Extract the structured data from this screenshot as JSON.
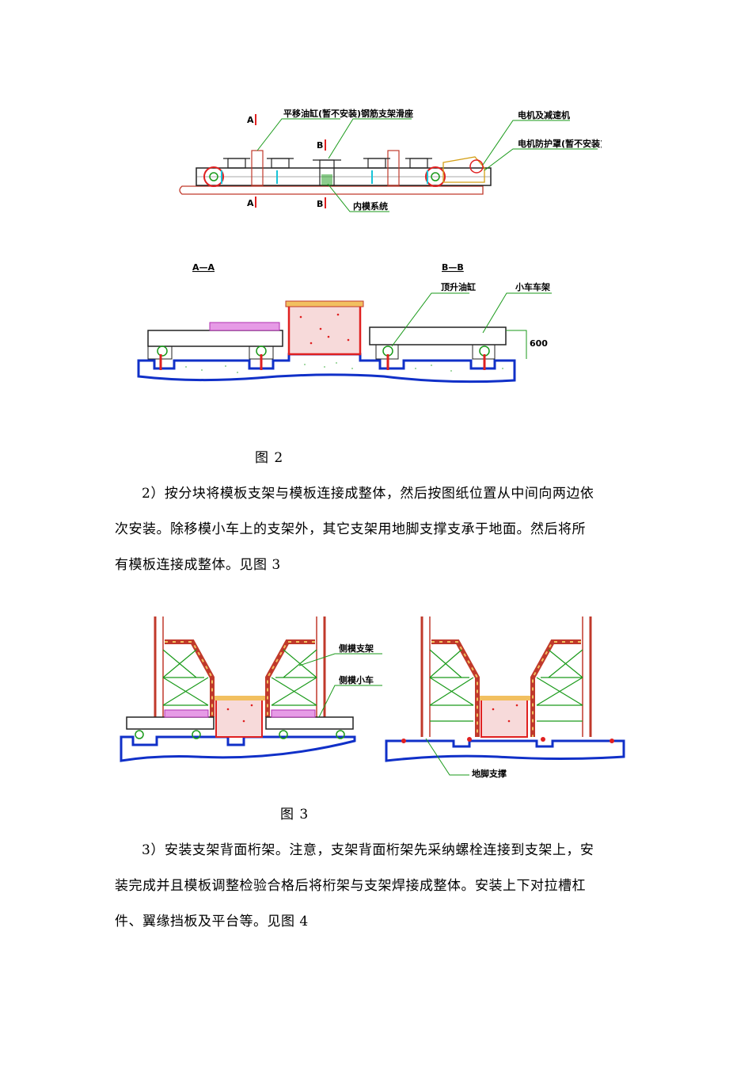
{
  "figure2": {
    "top_view": {
      "section_marks": [
        "A",
        "B"
      ],
      "callouts": [
        "平移油缸(暂不安装)",
        "钢筋支架滑座",
        "电机及减速机",
        "电机防护罩(暂不安装)",
        "内模系统"
      ]
    },
    "sections": {
      "aa_title": "A—A",
      "bb_title": "B—B",
      "callouts": [
        "顶升油缸",
        "小车车架"
      ],
      "dim": "600"
    },
    "caption": "图 2"
  },
  "paragraph2": {
    "lines": [
      "2）按分块将模板支架与模板连接成整体，然后按图纸位置从中间向两边依",
      "次安装。除移模小车上的支架外，其它支架用地脚支撑支承于地面。然后将所",
      "有模板连接成整体。见图 3"
    ]
  },
  "figure3": {
    "callouts": [
      "侧模支架",
      "侧模小车",
      "地脚支撑"
    ],
    "caption": "图 3"
  },
  "paragraph3": {
    "lines": [
      "3）安装支架背面桁架。注意，支架背面桁架先采纳螺栓连接到支架上，安",
      "装完成并且模板调整检验合格后将桁架与支架焊接成整体。安装上下对拉槽杠",
      "件、翼缘挡板及平台等。见图 4"
    ]
  }
}
